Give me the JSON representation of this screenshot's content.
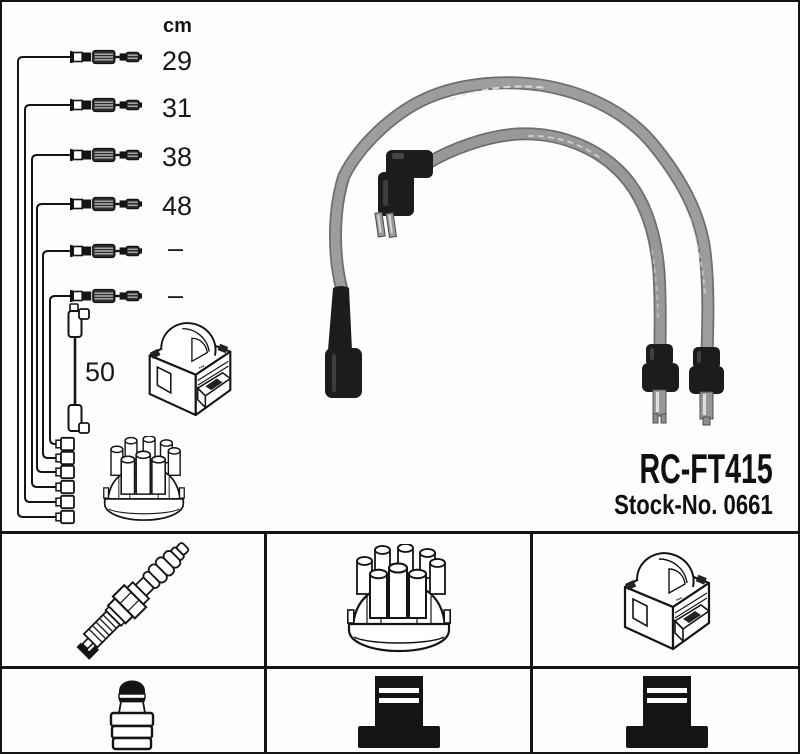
{
  "product": {
    "part_number": "RC-FT415",
    "stock_number": "Stock-No. 0661"
  },
  "measurement_diagram": {
    "unit_label": "cm",
    "cable_lengths": [
      "29",
      "31",
      "38",
      "48",
      "–",
      "–"
    ],
    "coil_wire_length": "50"
  },
  "parts_table": {
    "row1_icons": [
      "spark-plug",
      "distributor-cap",
      "ignition-coil"
    ],
    "row2_icons": [
      "plug-terminal-nut",
      "distributor-terminal",
      "coil-terminal"
    ]
  },
  "colors": {
    "line_black": "#141414",
    "cable_gray": "#9d9d9d",
    "boot_black": "#1c1c1c",
    "background": "#fdfdfd"
  }
}
